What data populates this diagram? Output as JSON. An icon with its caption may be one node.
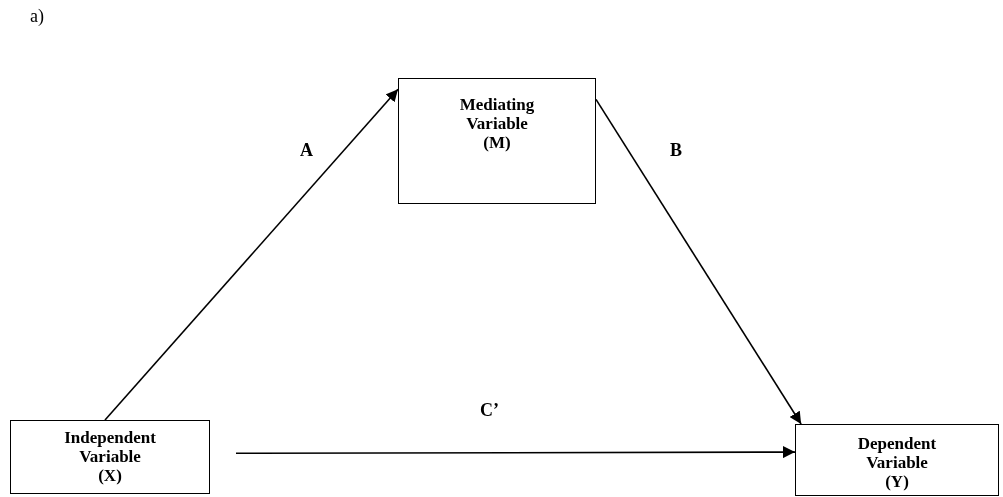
{
  "diagram": {
    "nodes": [
      {
        "text": [
          "Mediating Variable",
          "(M)"
        ]
      },
      {
        "text": [
          "Independent Variable",
          "(X)"
        ]
      },
      {
        "text": [
          "Dependent Variable",
          "(Y)"
        ]
      }
    ],
    "edges": [
      {
        "from": 1,
        "to": 0,
        "arrow": "to",
        "label": "A"
      },
      {
        "from": 0,
        "to": 2,
        "arrow": "to",
        "label": "B"
      },
      {
        "from": 1,
        "to": 2,
        "arrow": "to",
        "label": "C’"
      }
    ],
    "labels": [
      "a)"
    ]
  }
}
